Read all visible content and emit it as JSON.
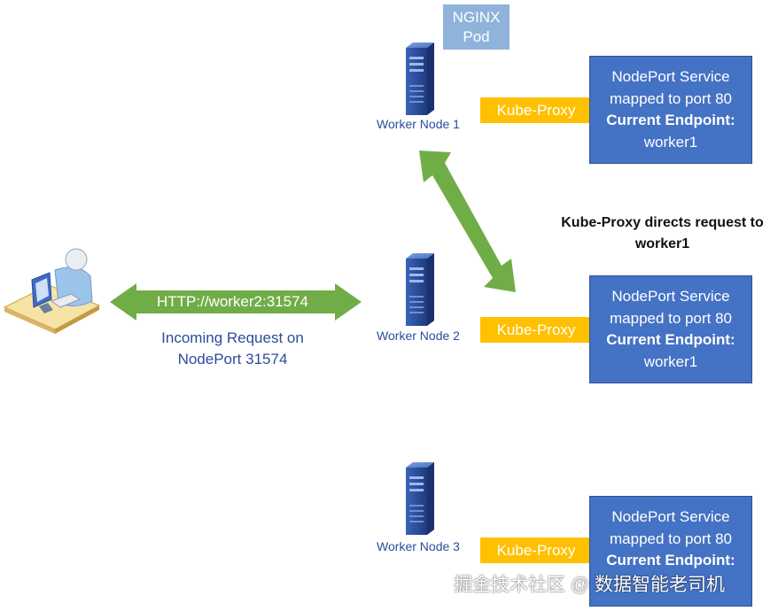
{
  "pod": {
    "line1": "NGINX",
    "line2": "Pod"
  },
  "nodes": [
    {
      "label": "Worker Node 1",
      "proxy": "Kube-Proxy",
      "service": {
        "line1": "NodePort Service",
        "line2": "mapped to port 80",
        "line3": "Current Endpoint:",
        "line4": "worker1"
      }
    },
    {
      "label": "Worker Node 2",
      "proxy": "Kube-Proxy",
      "service": {
        "line1": "NodePort Service",
        "line2": "mapped to port 80",
        "line3": "Current Endpoint:",
        "line4": "worker1"
      }
    },
    {
      "label": "Worker Node 3",
      "proxy": "Kube-Proxy",
      "service": {
        "line1": "NodePort Service",
        "line2": "mapped to port 80",
        "line3": "Current Endpoint:"
      }
    }
  ],
  "callout": {
    "line1": "Kube-Proxy directs request to",
    "line2": "worker1"
  },
  "request": {
    "url": "HTTP://worker2:31574",
    "caption_line1": "Incoming Request on",
    "caption_line2": "NodePort 31574"
  },
  "watermark": "掘金技术社区 @ 数据智能老司机",
  "colors": {
    "arrow": "#70ad47",
    "proxy": "#ffc000",
    "service": "#4472c4",
    "pod": "#8fb3da",
    "label_text": "#2b4c9b"
  },
  "icons": [
    "user-at-computer-icon",
    "server-tower-icon"
  ]
}
